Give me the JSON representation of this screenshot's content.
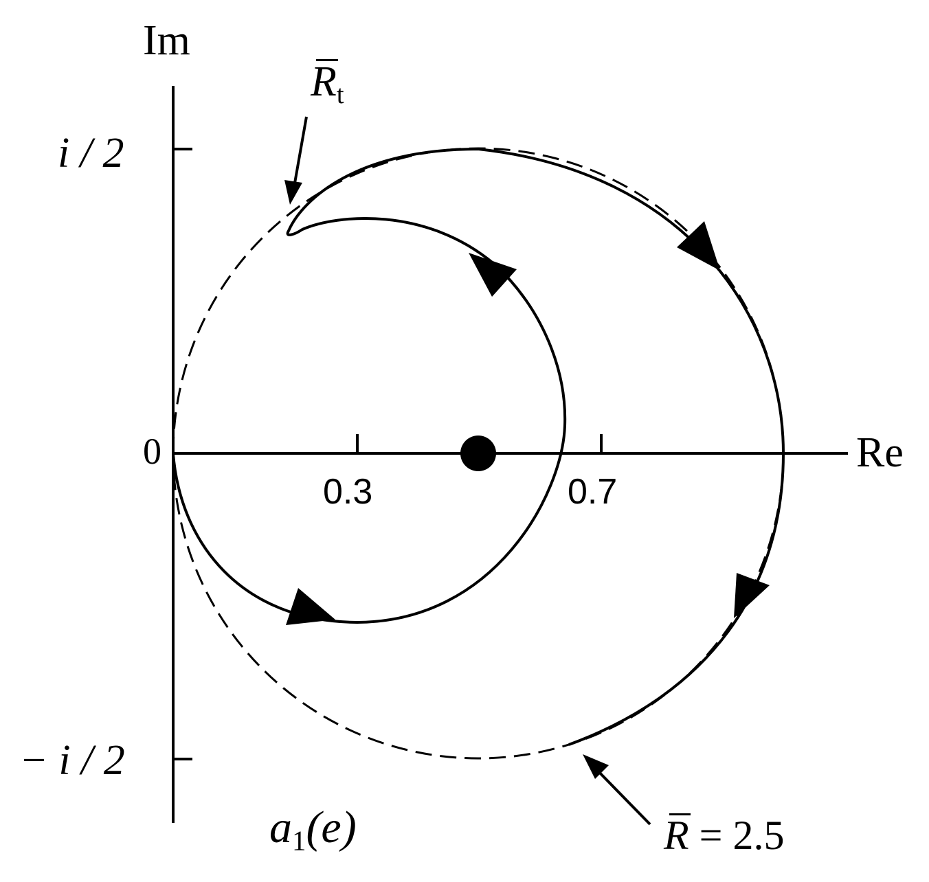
{
  "axes": {
    "imag_label": "Im",
    "real_label": "Re",
    "origin_label": "0",
    "tick_re_1": "0.3",
    "tick_re_2": "0.7",
    "tick_im_pos": "i / 2",
    "tick_im_neg": "− i / 2"
  },
  "labels": {
    "rt_symbol": "R",
    "rt_subscript": "t",
    "r_symbol": "R",
    "r_value": "= 2.5",
    "function_name": "a",
    "function_subscript": "1",
    "function_argument": "(e)"
  },
  "colors": {
    "ink": "#000000",
    "background": "#ffffff"
  }
}
